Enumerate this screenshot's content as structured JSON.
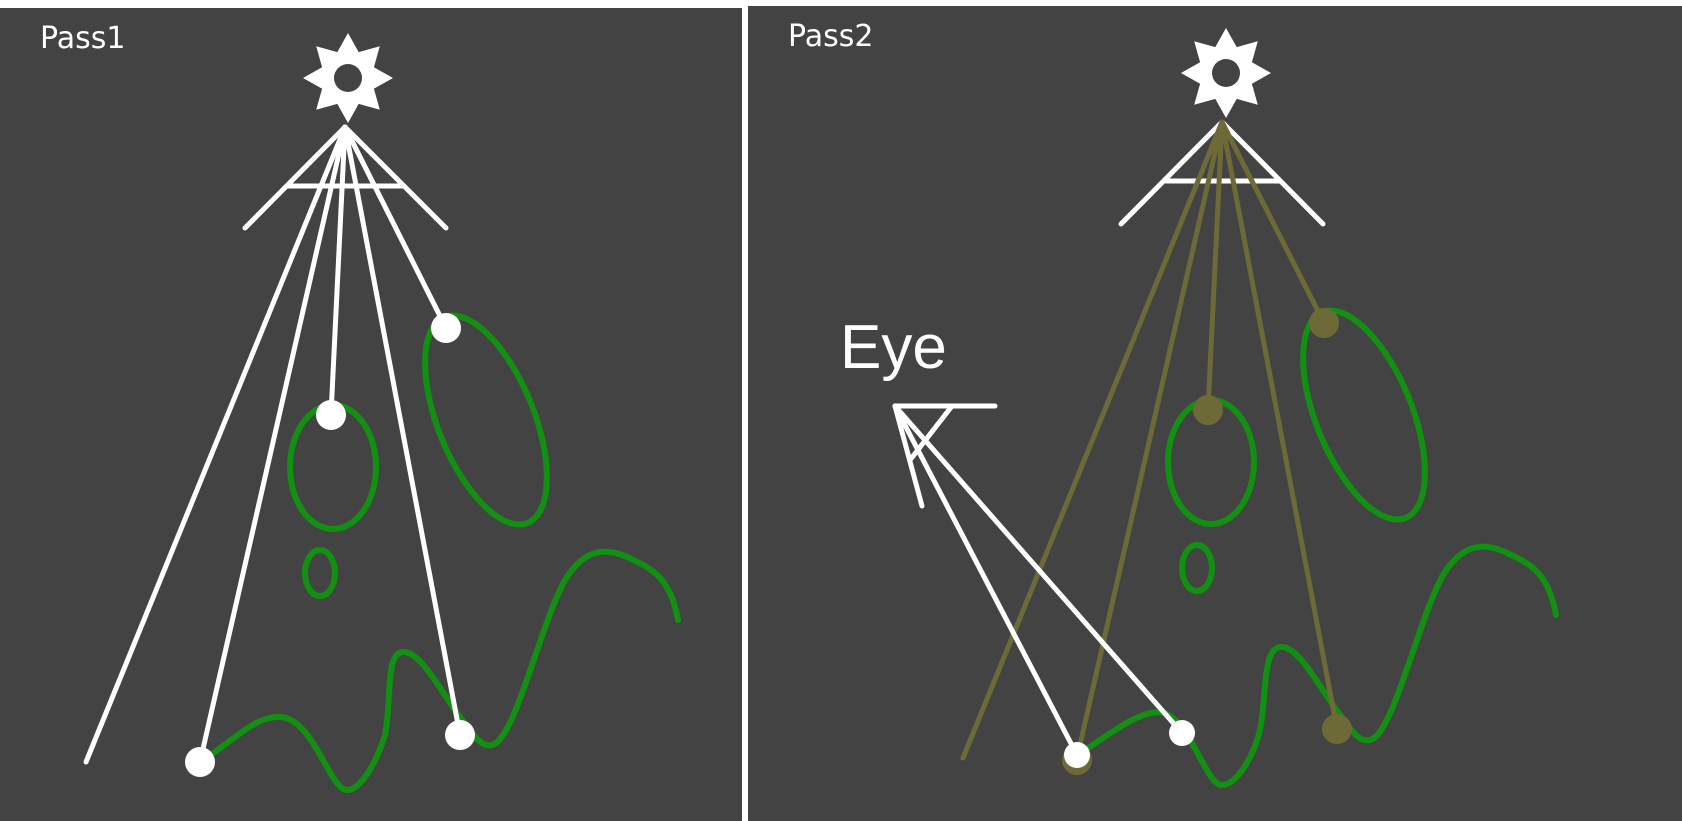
{
  "panels": [
    {
      "label": "Pass1"
    },
    {
      "label": "Pass2"
    }
  ],
  "eye": {
    "label": "Eye"
  },
  "colors": {
    "background": "#434343",
    "divider": "#ffffff",
    "light": "#ffffff",
    "geometry": "#119011",
    "light_rays_pass1": "#ffffff",
    "light_rays_pass2_faded": "#6d6a38",
    "camera_rays": "#ffffff"
  },
  "icons": [
    "sun-icon",
    "spotlight-frustum-icon",
    "eye-frustum-icon"
  ]
}
